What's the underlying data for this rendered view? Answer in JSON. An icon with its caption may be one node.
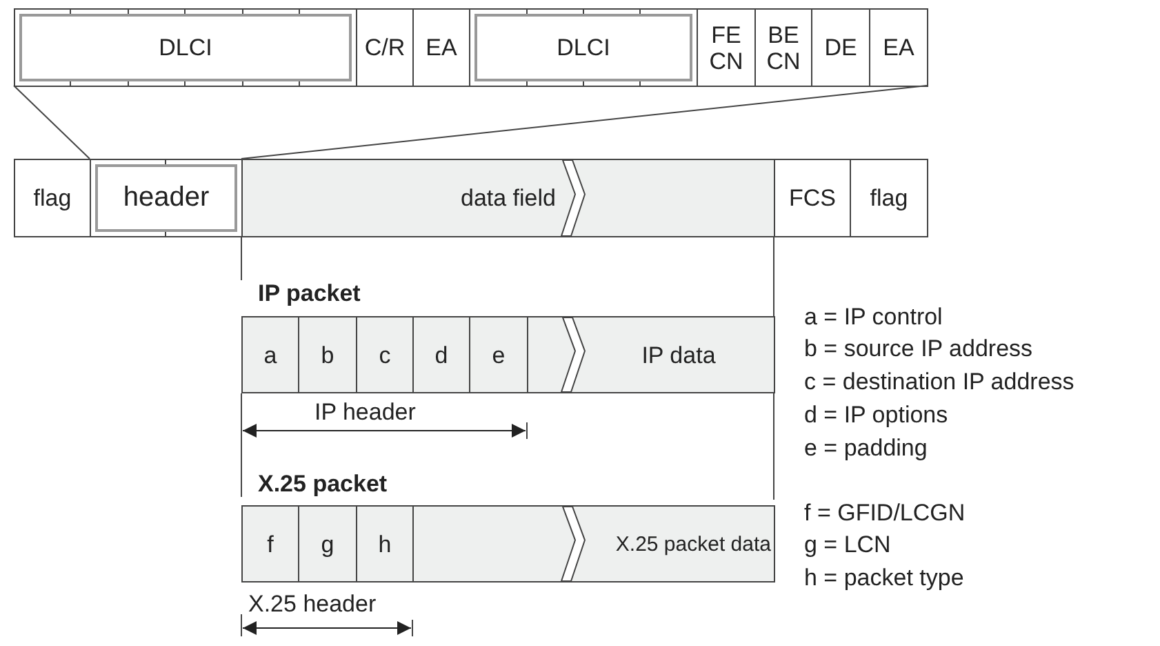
{
  "diagram": {
    "nodes": [
      {
        "text": [
          "DLCI"
        ]
      },
      {
        "text": [
          "C/R"
        ]
      },
      {
        "text": [
          "EA"
        ]
      },
      {
        "text": [
          "DLCI"
        ]
      },
      {
        "text": [
          "FE CN"
        ]
      },
      {
        "text": [
          "BE CN"
        ]
      },
      {
        "text": [
          "DE"
        ]
      },
      {
        "text": [
          "EA"
        ]
      },
      {
        "text": [
          "flag"
        ]
      },
      {
        "text": [
          "header"
        ]
      },
      {
        "text": [
          "data field"
        ]
      },
      {
        "text": [
          "FCS"
        ]
      },
      {
        "text": [
          "flag"
        ]
      },
      {
        "text": [
          "a"
        ]
      },
      {
        "text": [
          "b"
        ]
      },
      {
        "text": [
          "c"
        ]
      },
      {
        "text": [
          "d"
        ]
      },
      {
        "text": [
          "e"
        ]
      },
      {
        "text": [
          "IP data"
        ]
      },
      {
        "text": [
          "f"
        ]
      },
      {
        "text": [
          "g"
        ]
      },
      {
        "text": [
          "h"
        ]
      },
      {
        "text": [
          "X.25 packet data"
        ]
      }
    ],
    "edges": [],
    "labels": [
      "IP packet",
      "a = IP control",
      "b = source IP address",
      "c = destination IP address",
      "IP header",
      "d = IP options",
      "e = padding",
      "X.25 packet",
      "f = GFID/LCGN",
      "g = LCN",
      "X.25 header",
      "h = packet type"
    ]
  }
}
